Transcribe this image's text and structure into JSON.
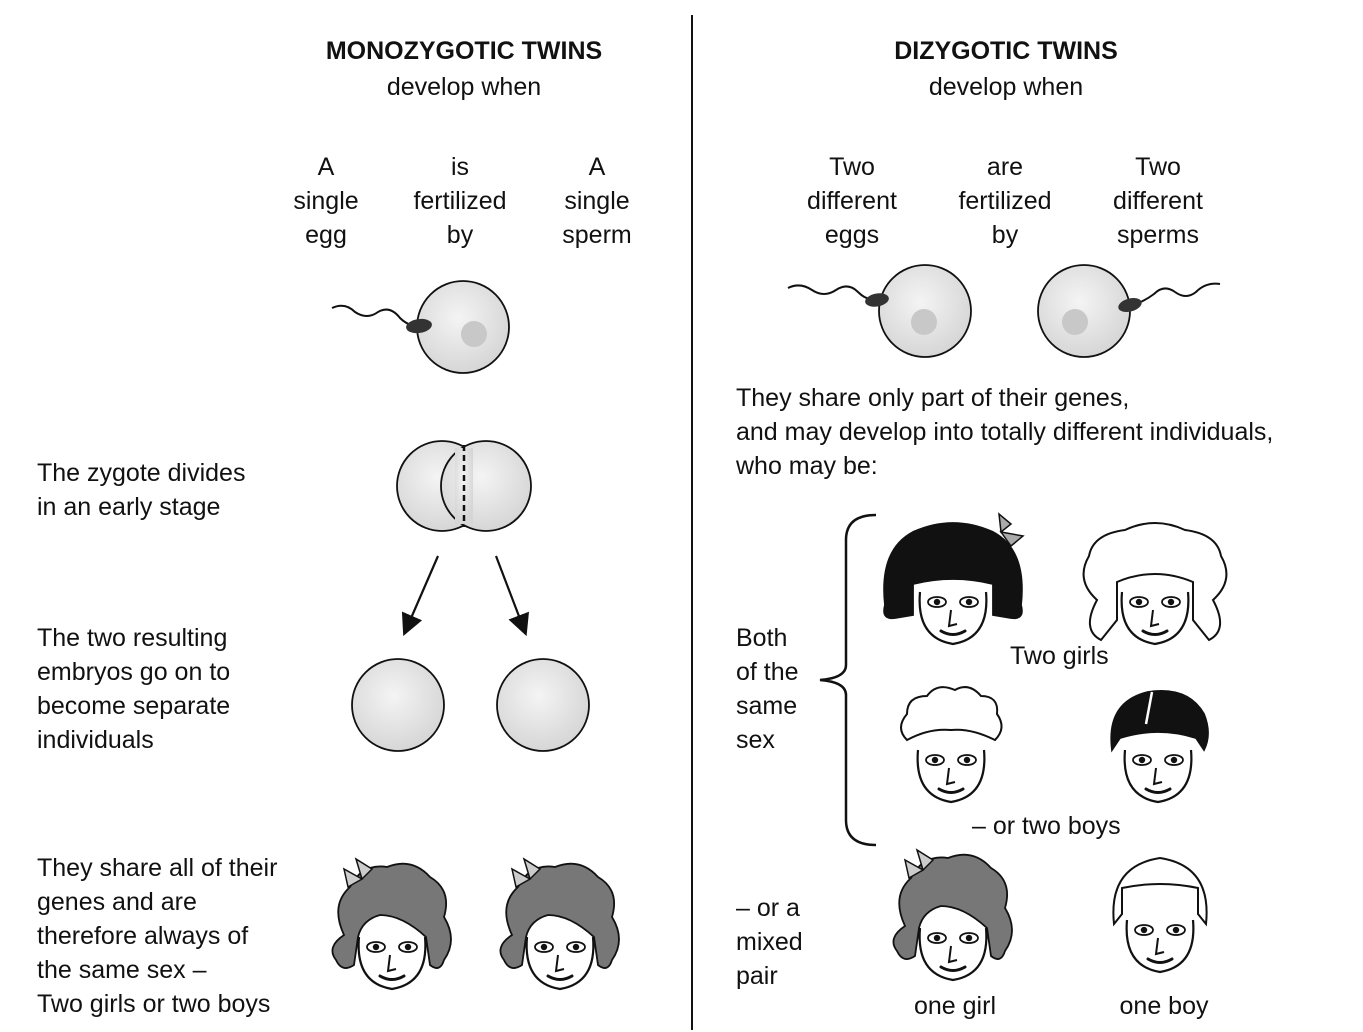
{
  "mono": {
    "title": "MONOZYGOTIC TWINS",
    "subtitle": "develop when",
    "col1": [
      "A",
      "single",
      "egg"
    ],
    "col2": [
      "is",
      "fertilized",
      "by"
    ],
    "col3": [
      "A",
      "single",
      "sperm"
    ],
    "divide_text": [
      "The zygote divides",
      "in an early stage"
    ],
    "embryo_text": [
      "The two resulting",
      "embryos go on to",
      "become separate",
      "individuals"
    ],
    "share_text": [
      "They share all of their",
      "genes and are",
      "therefore always of",
      "the same sex –",
      "Two girls or two boys"
    ]
  },
  "di": {
    "title": "DIZYGOTIC TWINS",
    "subtitle": "develop when",
    "col1": [
      "Two",
      "different",
      "eggs"
    ],
    "col2": [
      "are",
      "fertilized",
      "by"
    ],
    "col3": [
      "Two",
      "different",
      "sperms"
    ],
    "share_text": [
      "They share only part of their genes,",
      "and may develop into totally different individuals,",
      "who may be:"
    ],
    "same_sex": [
      "Both",
      "of the",
      "same",
      "sex"
    ],
    "two_girls": "Two girls",
    "two_boys": "– or two boys",
    "mixed": [
      "– or a",
      "mixed",
      "pair"
    ],
    "one_girl": "one girl",
    "one_boy": "one boy"
  },
  "colors": {
    "cell_fill": "#e6e6e6",
    "nucleus": "#c8c8c8",
    "dark_hair": "#111111",
    "grey_hair": "#777777",
    "bow": "#aaaaaa"
  }
}
